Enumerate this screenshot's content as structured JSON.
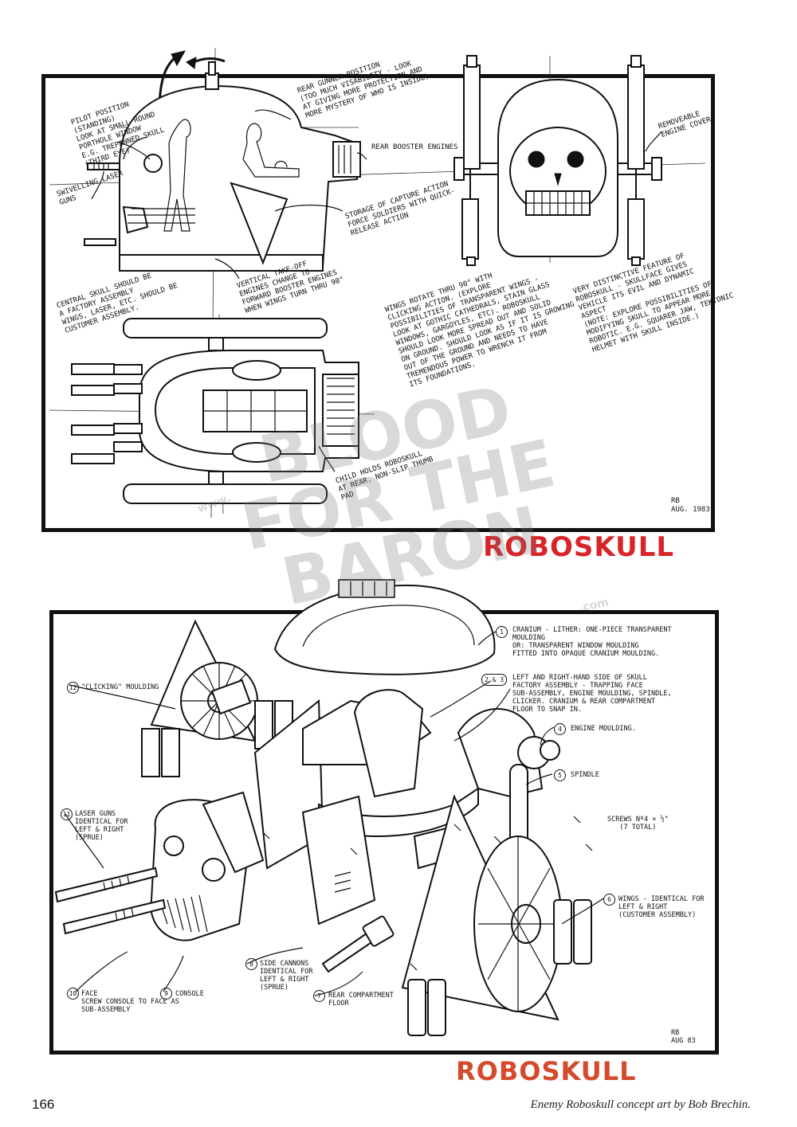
{
  "top_sheet": {
    "notes": {
      "pilot_position": "PILOT POSITION\n(STANDING)\nLOOK AT SMALL ROUND\nPORTHOLE WINDOW\nE.G. TREPANNED SKULL\n(THIRD EYE)",
      "swivelling_laser_guns": "SWIVELLING LASER\nGUNS",
      "rear_gunner": "REAR GUNNER POSITION\n(TOO MUCH VISABILITY - LOOK\nAT GIVING MORE PROTECTION AND\nMORE MYSTERY OF WHO IS INSIDE)",
      "rear_booster": "REAR BOOSTER ENGINES",
      "removeable_engine_cover": "REMOVEABLE\nENGINE COVER",
      "storage_capture": "STORAGE OF CAPTURE ACTION\nFORCE SOLDIERS WITH QUICK-\nRELEASE ACTION",
      "vertical_takeoff": "VERTICAL TAKE-OFF\nENGINES CHANGE TO\nFORWARD BOOSTER ENGINES\nWHEN WINGS TURN THRU 90°",
      "central_skull": "CENTRAL SKULL SHOULD BE\nA FACTORY ASSEMBLY\nWINGS, LASER, ETC. SHOULD BE\nCUSTOMER ASSEMBLY.",
      "wings_rotate": "WINGS ROTATE THRU 90° WITH\nCLICKING ACTION. (EXPLORE\nPOSSIBILITIES OF TRANSPARENT WINGS -\nLOOK AT GOTHIC CATHEDRALS, STAIN GLASS\nWINDOWS, GARGOYLES, ETC). ROBOSKULL\nSHOULD LOOK MORE SPREAD OUT AND SOLID\nON GROUND. SHOULD LOOK AS IF IT IS GROWING\nOUT OF THE GROUND AND NEEDS TO HAVE\nTREMENDOUS POWER TO WRENCH IT FROM\nITS FOUNDATIONS.",
      "distinctive_feature": "VERY DISTINCTIVE FEATURE OF\nROBOSKULL - SKULLFACE GIVES\nVEHICLE ITS EVIL AND DYNAMIC\nASPECT\n(NOTE: EXPLORE POSSIBILITIES OF\nMODIFYING SKULL TO APPEAR MORE\nROBOTIC. E.G. SQUARER JAW, TEKTONIC\nHELMET WITH SKULL INSIDE.)",
      "child_holds": "CHILD HOLDS ROBOSKULL\nAT REAR. NON-SLIP THUMB\nPAD",
      "signature": "RB\nAUG. 1983"
    },
    "title": "ROBOSKULL"
  },
  "bottom_sheet": {
    "parts": [
      {
        "num": "1",
        "label": "CRANIUM - LITHER: ONE-PIECE TRANSPARENT\nMOULDING\nOR: TRANSPARENT WINDOW MOULDING\nFITTED INTO OPAQUE CRANIUM MOULDING."
      },
      {
        "num": "2 & 3",
        "label": "LEFT AND RIGHT-HAND SIDE OF SKULL\nFACTORY ASSEMBLY - TRAPPING FACE\nSUB-ASSEMBLY, ENGINE MOULDING, SPINDLE,\nCLICKER. CRANIUM & REAR COMPARTMENT\nFLOOR TO SNAP IN."
      },
      {
        "num": "4",
        "label": "ENGINE MOULDING."
      },
      {
        "num": "5",
        "label": "SPINDLE"
      },
      {
        "num": "",
        "label": "SCREWS  Nº4 × ½\"\n(7 TOTAL)"
      },
      {
        "num": "6",
        "label": "WINGS - IDENTICAL FOR\nLEFT & RIGHT\n(CUSTOMER ASSEMBLY)"
      },
      {
        "num": "7",
        "label": "REAR COMPARTMENT\nFLOOR"
      },
      {
        "num": "8",
        "label": "SIDE CANNONS\nIDENTICAL FOR\nLEFT & RIGHT\n(SPRUE)"
      },
      {
        "num": "9",
        "label": "CONSOLE"
      },
      {
        "num": "10",
        "label": "FACE\nSCREW CONSOLE TO FACE AS\nSUB-ASSEMBLY"
      },
      {
        "num": "11",
        "label": "LASER GUNS\nIDENTICAL FOR\nLEFT & RIGHT\n(SPRUE)"
      },
      {
        "num": "12",
        "label": "\"CLICKING\" MOULDING"
      }
    ],
    "signature": "RB\nAUG 83",
    "title": "ROBOSKULL"
  },
  "watermark": {
    "www": "www.",
    "line1": "BLOOD",
    "line2": "FOR THE",
    "line3": "BARON",
    "com": ".com"
  },
  "footer": {
    "page_number": "166",
    "caption": "Enemy Roboskull concept art by Bob Brechin."
  }
}
